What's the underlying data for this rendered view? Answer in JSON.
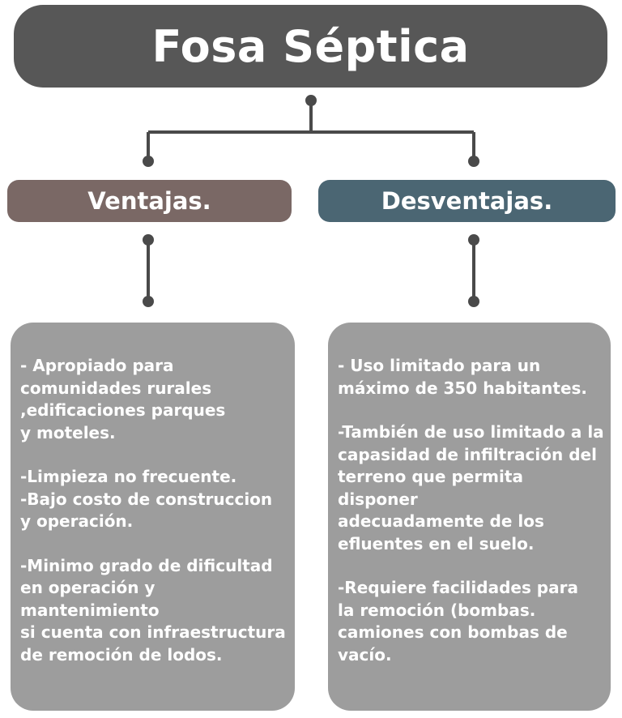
{
  "title": "Fosa Séptica",
  "advantages": {
    "heading": "Ventajas.",
    "items": [
      "- Apropiado para\ncomunidades rurales\n,edificaciones parques\ny moteles.",
      "-Limpieza no frecuente.\n-Bajo costo de construccion\ny operación.",
      "-Minimo grado de dificultad\nen operación y mantenimiento\nsi cuenta con infraestructura\nde remoción de lodos."
    ]
  },
  "disadvantages": {
    "heading": "Desventajas.",
    "items": [
      "- Uso limitado para un\nmáximo de 350 habitantes.",
      "-También de uso limitado a la\ncapasidad de infiltración del\nterreno que permita disponer\nadecuadamente de los\nefluentes en el suelo.",
      "-Requiere facilidades para\nla remoción (bombas.\ncamiones con bombas de\nvacío."
    ]
  },
  "colors": {
    "title_bg": "#575757",
    "advantages_bg": "#7a6865",
    "disadvantages_bg": "#4b6673",
    "panel_bg": "#9d9d9d",
    "connector": "#4a4a4a"
  }
}
